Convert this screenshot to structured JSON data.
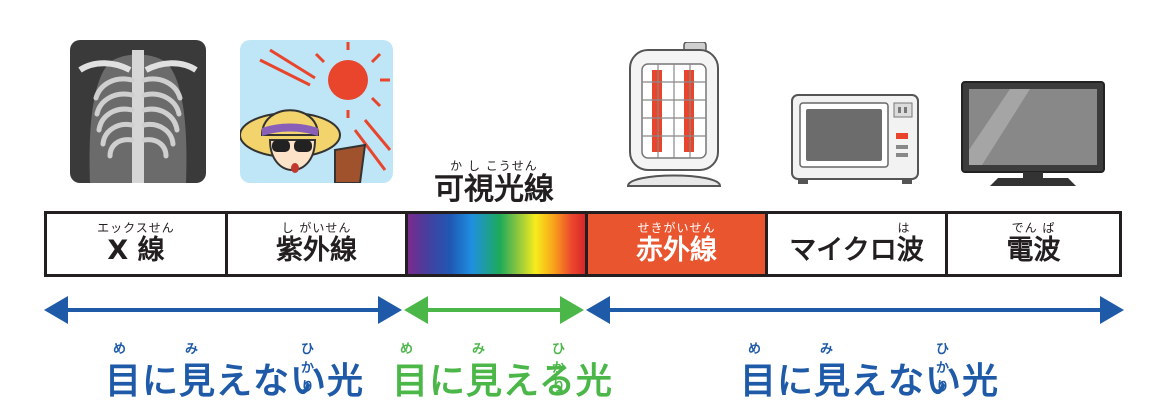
{
  "illustrations": [
    {
      "name": "xray-chest",
      "icon": "xray-icon"
    },
    {
      "name": "sunburn-person",
      "icon": "sun-person-icon"
    },
    {
      "name": "electric-heater",
      "icon": "heater-icon"
    },
    {
      "name": "microwave-oven",
      "icon": "microwave-icon"
    },
    {
      "name": "television",
      "icon": "tv-icon"
    }
  ],
  "visible_label": {
    "ruby": "か し こうせん",
    "text": "可視光線"
  },
  "bands": [
    {
      "ruby": "エックスせん",
      "text": "X 線"
    },
    {
      "ruby": "し がいせん",
      "text": "紫外線"
    },
    {
      "ruby": "",
      "text": ""
    },
    {
      "ruby": "せきがいせん",
      "text": "赤外線"
    },
    {
      "ruby": "は",
      "text": "マイクロ波"
    },
    {
      "ruby": "でん ぱ",
      "text": "電波"
    }
  ],
  "captions": {
    "left": {
      "text": "目に見えない光",
      "ruby_me": "め",
      "ruby_mi": "み",
      "ruby_hikari": "ひかり"
    },
    "mid": {
      "text": "目に見える光",
      "ruby_me": "め",
      "ruby_mi": "み",
      "ruby_hikari": "ひかり"
    },
    "right": {
      "text": "目に見えない光",
      "ruby_me": "め",
      "ruby_mi": "み",
      "ruby_hikari": "ひかり"
    }
  },
  "colors": {
    "invisible": "#1e5aa8",
    "visible": "#4cb749",
    "infrared": "#e8552f",
    "border": "#231f20"
  }
}
